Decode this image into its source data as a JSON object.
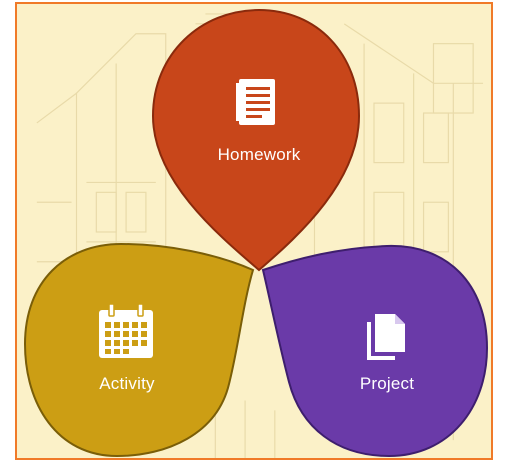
{
  "menu": {
    "items": [
      {
        "id": "homework",
        "label": "Homework",
        "icon": "notebook-icon",
        "color": "#c8461a"
      },
      {
        "id": "activity",
        "label": "Activity",
        "icon": "calendar-icon",
        "color": "#cc9e14"
      },
      {
        "id": "project",
        "label": "Project",
        "icon": "documents-icon",
        "color": "#6a3aa8"
      }
    ]
  },
  "colors": {
    "frame_border": "#f07a28",
    "background": "#fbf1c8"
  }
}
